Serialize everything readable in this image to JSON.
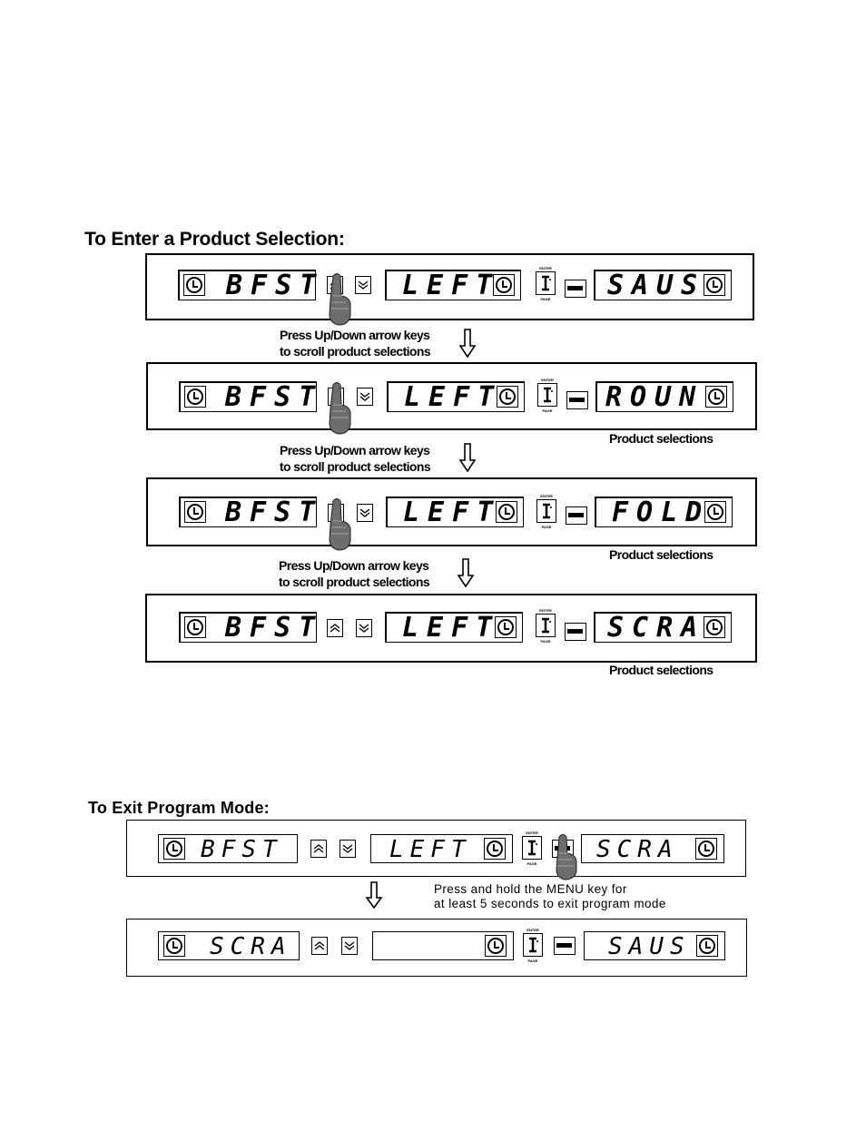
{
  "section_enter": {
    "heading": "To Enter a Product Selection:",
    "rows": [
      {
        "left_display": "BFST",
        "middle_display": "LEFT",
        "right_display": "SAUS",
        "finger_on": "up-arrow"
      },
      {
        "left_display": "BFST",
        "middle_display": "LEFT",
        "right_display": "ROUN",
        "finger_on": "up-arrow",
        "caption": "Product selections"
      },
      {
        "left_display": "BFST",
        "middle_display": "LEFT",
        "right_display": "FOLD",
        "finger_on": "up-arrow",
        "caption": "Product selections"
      },
      {
        "left_display": "BFST",
        "middle_display": "LEFT",
        "right_display": "SCRA",
        "finger_on": "none",
        "caption": "Product selections"
      }
    ],
    "instruction_line1": "Press Up/Down arrow keys",
    "instruction_line2": "to scroll product selections"
  },
  "section_exit": {
    "heading": "To Exit Program Mode:",
    "rows": [
      {
        "left_display": "BFST",
        "middle_display": "LEFT",
        "right_display": "SCRA",
        "finger_on": "menu-key"
      },
      {
        "left_display": "SCRA",
        "middle_display": "",
        "right_display": "SAUS",
        "finger_on": "none"
      }
    ],
    "instruction_line1": "Press and hold the MENU key for",
    "instruction_line2": "at least 5 seconds to exit program mode"
  },
  "keys": {
    "enter_label": "ENTER",
    "page_label": "PAGE"
  },
  "icons": {
    "clock": "clock-icon",
    "up": "up-arrow-icon",
    "down": "down-arrow-icon",
    "enter": "enter-key-icon",
    "menu": "menu-key-icon",
    "finger": "pointing-finger-icon",
    "arrow": "down-flow-arrow-icon"
  }
}
